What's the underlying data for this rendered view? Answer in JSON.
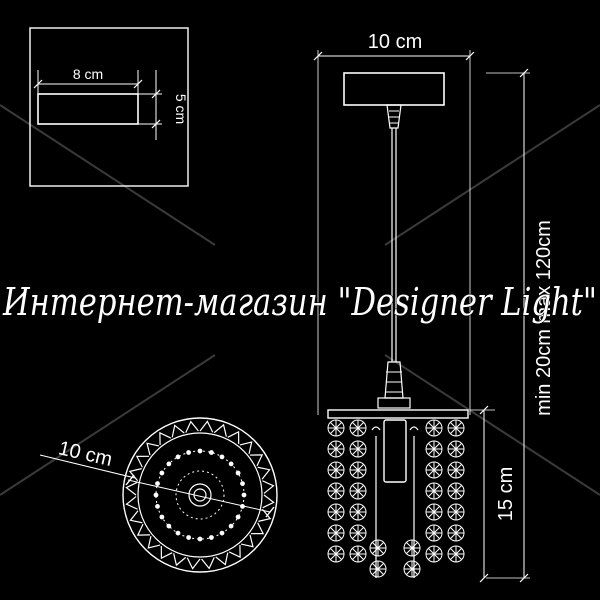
{
  "dimensions": {
    "canopy_width": "10 cm",
    "top_box_width": "8 cm",
    "top_box_height": "5 cm",
    "height_range": "min 20cm max 120cm",
    "shade_height": "15 cm",
    "shade_diameter": "10 cm"
  },
  "watermark": "Интернет-магазин \"Designer Light\"",
  "colors": {
    "background": "#000000",
    "line": "#ffffff"
  }
}
